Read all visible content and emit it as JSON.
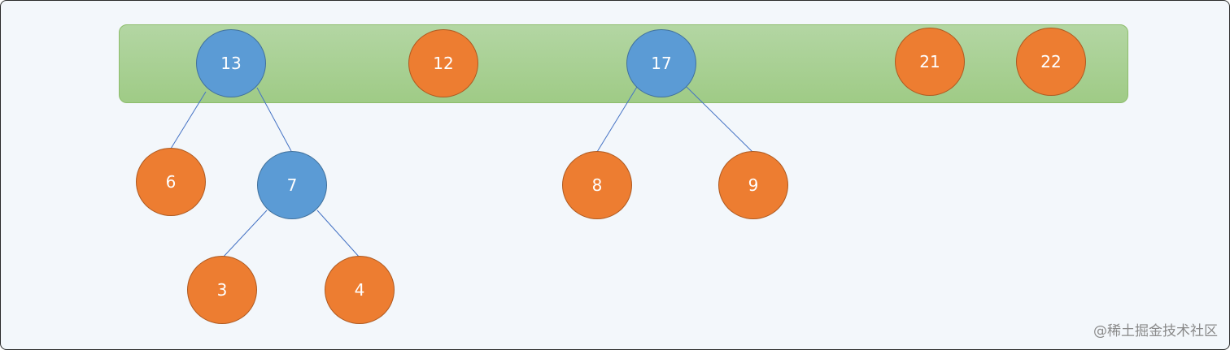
{
  "diagram": {
    "nodes": [
      {
        "id": "n13",
        "label": "13",
        "color": "blue"
      },
      {
        "id": "n12",
        "label": "12",
        "color": "orange"
      },
      {
        "id": "n17",
        "label": "17",
        "color": "blue"
      },
      {
        "id": "n21",
        "label": "21",
        "color": "orange"
      },
      {
        "id": "n22",
        "label": "22",
        "color": "orange"
      },
      {
        "id": "n6",
        "label": "6",
        "color": "orange"
      },
      {
        "id": "n7",
        "label": "7",
        "color": "blue"
      },
      {
        "id": "n8",
        "label": "8",
        "color": "orange"
      },
      {
        "id": "n9",
        "label": "9",
        "color": "orange"
      },
      {
        "id": "n3",
        "label": "3",
        "color": "orange"
      },
      {
        "id": "n4",
        "label": "4",
        "color": "orange"
      }
    ],
    "edges": [
      {
        "from": "13",
        "to": "6"
      },
      {
        "from": "13",
        "to": "7"
      },
      {
        "from": "7",
        "to": "3"
      },
      {
        "from": "7",
        "to": "4"
      },
      {
        "from": "17",
        "to": "8"
      },
      {
        "from": "17",
        "to": "9"
      }
    ],
    "colors": {
      "blue": "#5b9bd5",
      "orange": "#ed7d31",
      "band": "#a8d08d",
      "edge": "#4472c4"
    }
  },
  "watermark": "@稀土掘金技术社区"
}
